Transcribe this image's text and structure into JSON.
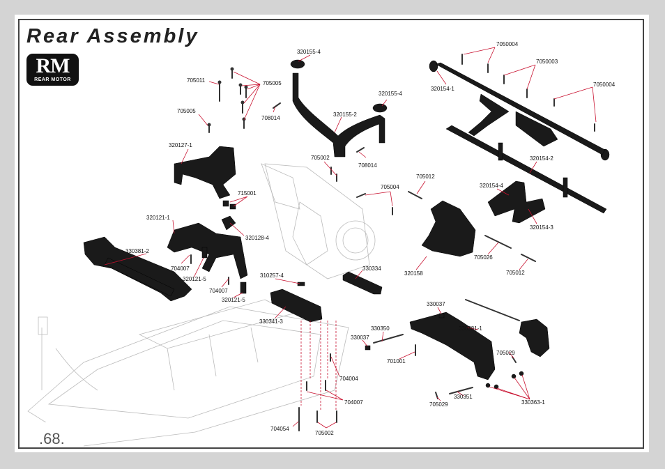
{
  "title": "Rear Assembly",
  "badge": {
    "main": "RM",
    "sub": "REAR MOTOR"
  },
  "page_number": ".68.",
  "labels": [
    {
      "id": "l1",
      "text": "320155-4"
    },
    {
      "id": "l2",
      "text": "705011"
    },
    {
      "id": "l3",
      "text": "705005"
    },
    {
      "id": "l4",
      "text": "705005"
    },
    {
      "id": "l5",
      "text": "708014"
    },
    {
      "id": "l6",
      "text": "320155-4"
    },
    {
      "id": "l7",
      "text": "320155-2"
    },
    {
      "id": "l8",
      "text": "705002"
    },
    {
      "id": "l9",
      "text": "708014"
    },
    {
      "id": "l10",
      "text": "320127-1"
    },
    {
      "id": "l11",
      "text": "715001"
    },
    {
      "id": "l12",
      "text": "320121-1"
    },
    {
      "id": "l13",
      "text": "320128-4"
    },
    {
      "id": "l14",
      "text": "330381-2"
    },
    {
      "id": "l15",
      "text": "704007"
    },
    {
      "id": "l16",
      "text": "320121-5"
    },
    {
      "id": "l17",
      "text": "704007"
    },
    {
      "id": "l18",
      "text": "320121-5"
    },
    {
      "id": "l19",
      "text": "310257-4"
    },
    {
      "id": "l20",
      "text": "330341-3"
    },
    {
      "id": "l21",
      "text": "330334"
    },
    {
      "id": "l22",
      "text": "705004"
    },
    {
      "id": "l23",
      "text": "705012"
    },
    {
      "id": "l24",
      "text": "7050004"
    },
    {
      "id": "l25",
      "text": "7050003"
    },
    {
      "id": "l26",
      "text": "320154-1"
    },
    {
      "id": "l27",
      "text": "7050004"
    },
    {
      "id": "l28",
      "text": "320154-2"
    },
    {
      "id": "l29",
      "text": "320154-4"
    },
    {
      "id": "l30",
      "text": "320154-3"
    },
    {
      "id": "l31",
      "text": "320158"
    },
    {
      "id": "l32",
      "text": "705026"
    },
    {
      "id": "l33",
      "text": "705012"
    },
    {
      "id": "l34",
      "text": "330037"
    },
    {
      "id": "l35",
      "text": "330350"
    },
    {
      "id": "l36",
      "text": "330037"
    },
    {
      "id": "l37",
      "text": "330381-1"
    },
    {
      "id": "l38",
      "text": "701001"
    },
    {
      "id": "l39",
      "text": "705029"
    },
    {
      "id": "l40",
      "text": "704004"
    },
    {
      "id": "l41",
      "text": "704007"
    },
    {
      "id": "l42",
      "text": "330351"
    },
    {
      "id": "l43",
      "text": "705029"
    },
    {
      "id": "l44",
      "text": "330363-1"
    },
    {
      "id": "l45",
      "text": "704054"
    },
    {
      "id": "l46",
      "text": "705002"
    }
  ]
}
